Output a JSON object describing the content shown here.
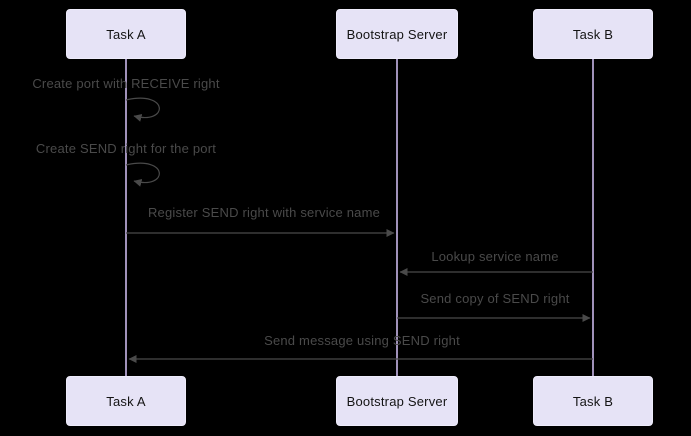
{
  "diagram": {
    "type": "sequence-diagram",
    "background_color": "#000000",
    "colors": {
      "actor_fill": "#e6e3f6",
      "actor_border": "#eeecfb",
      "actor_text": "#141414",
      "lifeline": "#c9b6e8",
      "message_line": "#4a4a4a",
      "message_text": "#4a4a4a"
    },
    "actors": [
      {
        "id": "task-a",
        "label": "Task A"
      },
      {
        "id": "bootstrap-server",
        "label": "Bootstrap Server"
      },
      {
        "id": "task-b",
        "label": "Task B"
      }
    ],
    "messages": [
      {
        "text": "Create port with RECEIVE right",
        "from": "task-a",
        "to": "task-a",
        "kind": "self-loop"
      },
      {
        "text": "Create SEND right for the port",
        "from": "task-a",
        "to": "task-a",
        "kind": "self-loop"
      },
      {
        "text": "Register SEND right with service name",
        "from": "task-a",
        "to": "bootstrap-server",
        "kind": "solid-arrow"
      },
      {
        "text": "Lookup service name",
        "from": "task-b",
        "to": "bootstrap-server",
        "kind": "solid-arrow"
      },
      {
        "text": "Send copy of SEND right",
        "from": "bootstrap-server",
        "to": "task-b",
        "kind": "solid-arrow"
      },
      {
        "text": "Send message using SEND right",
        "from": "task-b",
        "to": "task-a",
        "kind": "solid-arrow"
      }
    ]
  }
}
